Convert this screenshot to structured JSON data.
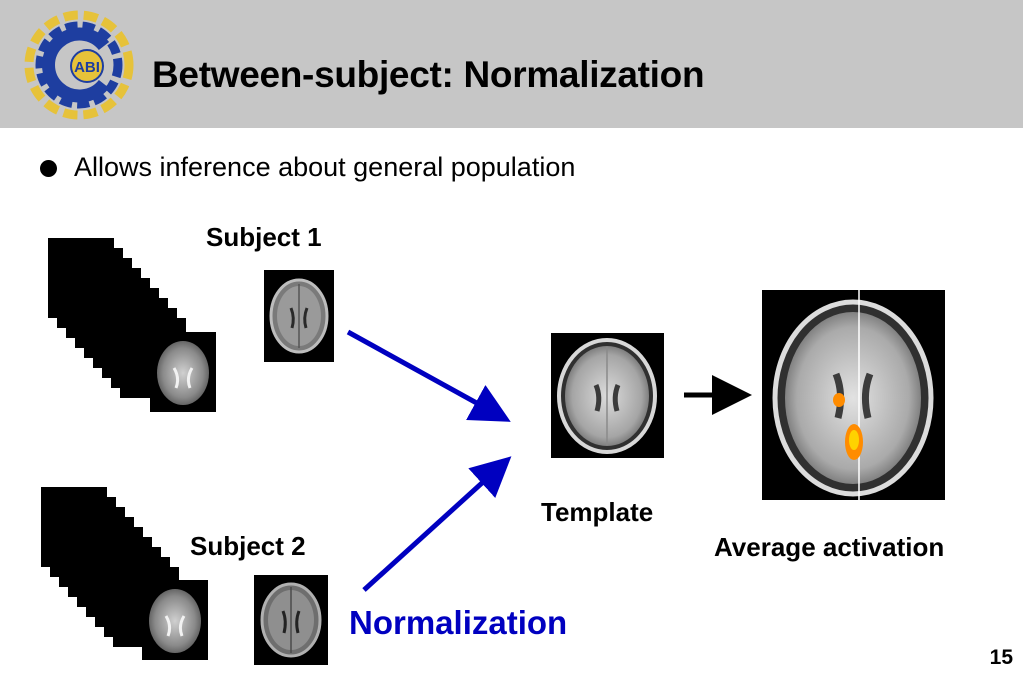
{
  "header": {
    "title": "Between-subject: Normalization",
    "logo_text": "ABI",
    "logo_colors": {
      "blue": "#1e3ea0",
      "gold": "#e6c23a"
    }
  },
  "bullets": [
    {
      "text": "Allows inference about general population"
    }
  ],
  "diagram": {
    "subject1_label": "Subject 1",
    "subject2_label": "Subject 2",
    "template_label": "Template",
    "average_label": "Average activation",
    "normalization_label": "Normalization",
    "arrow_color": "#0000c0",
    "activation_colors": [
      "#ff8c00",
      "#ffd200"
    ]
  },
  "page_number": "15"
}
